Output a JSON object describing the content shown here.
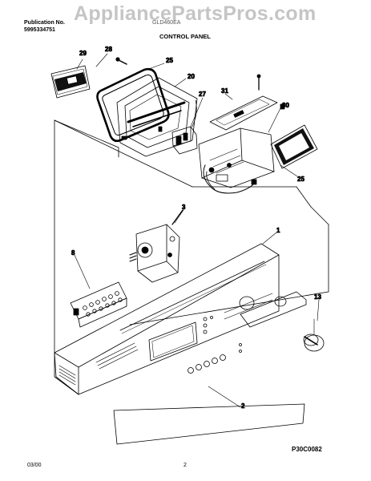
{
  "header": {
    "publication_label": "Publication No.",
    "publication_number": "5995334751",
    "model": "GLD460EA",
    "section_title": "CONTROL PANEL"
  },
  "watermark": "AppliancePartsPros.com",
  "diagram": {
    "callouts": [
      "29",
      "28",
      "25",
      "20",
      "27",
      "31",
      "30",
      "25",
      "3",
      "1",
      "8",
      "13",
      "2"
    ],
    "code": "P30C0082"
  },
  "footer": {
    "date": "03/00",
    "page": "2"
  }
}
